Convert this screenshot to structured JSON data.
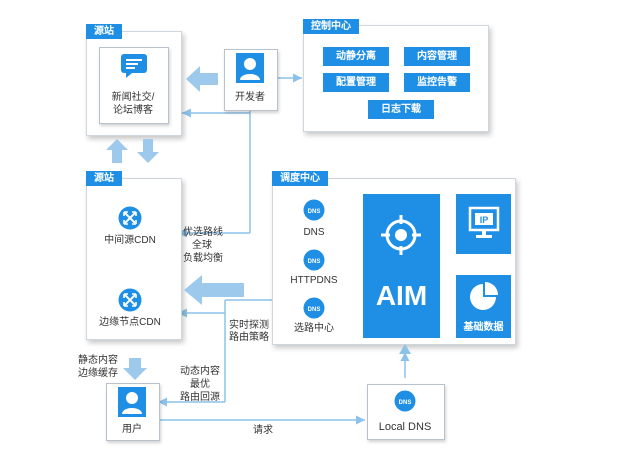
{
  "source_top": {
    "tag": "源站",
    "label_line1": "新闻社交/",
    "label_line2": "论坛博客"
  },
  "developer": {
    "label": "开发者"
  },
  "control_center": {
    "tag": "控制中心",
    "buttons": [
      "动静分离",
      "内容管理",
      "配置管理",
      "监控告警",
      "日志下载"
    ]
  },
  "source_bottom": {
    "tag": "源站",
    "mid_cdn": "中间源CDN",
    "edge_cdn": "边缘节点CDN"
  },
  "dispatch_center": {
    "tag": "调度中心",
    "dns": "DNS",
    "httpdns": "HTTPDNS",
    "route_center": "选路中心",
    "aim": "AIM",
    "base_data": "基础数据"
  },
  "annotations": {
    "route_opt": [
      "优选路线",
      "全球",
      "负载均衡"
    ],
    "probe": [
      "实时探测",
      "路由策略"
    ],
    "static_edge": [
      "静态内容",
      "边缘缓存"
    ],
    "dynamic": [
      "动态内容",
      "最优",
      "路由回源"
    ],
    "request": "请求"
  },
  "user": {
    "label": "用户"
  },
  "local_dns": {
    "label": "Local DNS"
  },
  "colors": {
    "accent": "#1f8fe6",
    "arrow": "#9dc9ec",
    "line": "#8cc2ea"
  }
}
